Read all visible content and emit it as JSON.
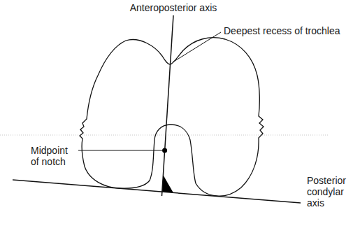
{
  "diagram": {
    "labels": [
      "Anteroposterior axis",
      "Deepest recess of trochlea",
      "Midpoint of notch",
      "Posterior condylar axis"
    ]
  }
}
